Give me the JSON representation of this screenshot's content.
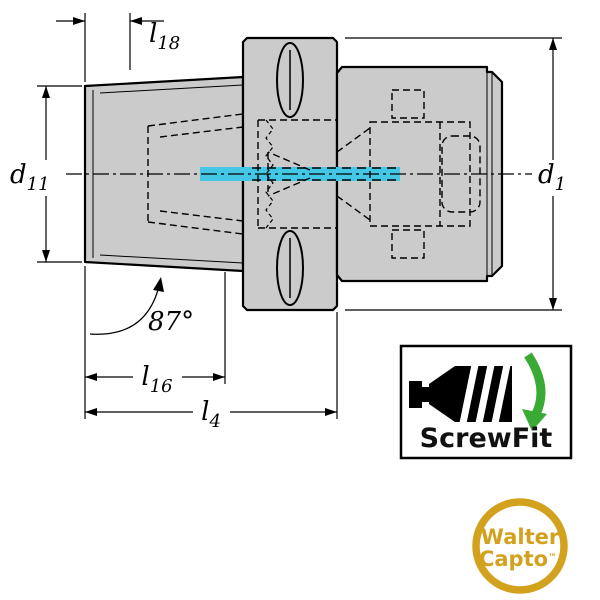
{
  "drawing": {
    "title": "tool-adapter-cross-section",
    "labels": {
      "l18": {
        "base": "l",
        "sub": "18"
      },
      "d11": {
        "base": "d",
        "sub": "11"
      },
      "d1": {
        "base": "d",
        "sub": "1"
      },
      "angle": "87°",
      "l16": {
        "base": "l",
        "sub": "16"
      },
      "l4": {
        "base": "l",
        "sub": "4"
      }
    },
    "colors": {
      "body_fill": "#cbcbcb",
      "outline": "#000000",
      "coolant_highlight": "#44c7e4"
    },
    "icons": [
      "coolant-channel-highlight",
      "centerline"
    ]
  },
  "badges": {
    "screwfit": {
      "label": "ScrewFit",
      "arrow_color": "#3aaa35",
      "icons": [
        "screwfit-shank-icon",
        "rotation-arrow-icon"
      ]
    },
    "walter_capto": {
      "line1": "Walter",
      "line2": "Capto",
      "tm": "™",
      "gold": "#d2a21f"
    }
  }
}
